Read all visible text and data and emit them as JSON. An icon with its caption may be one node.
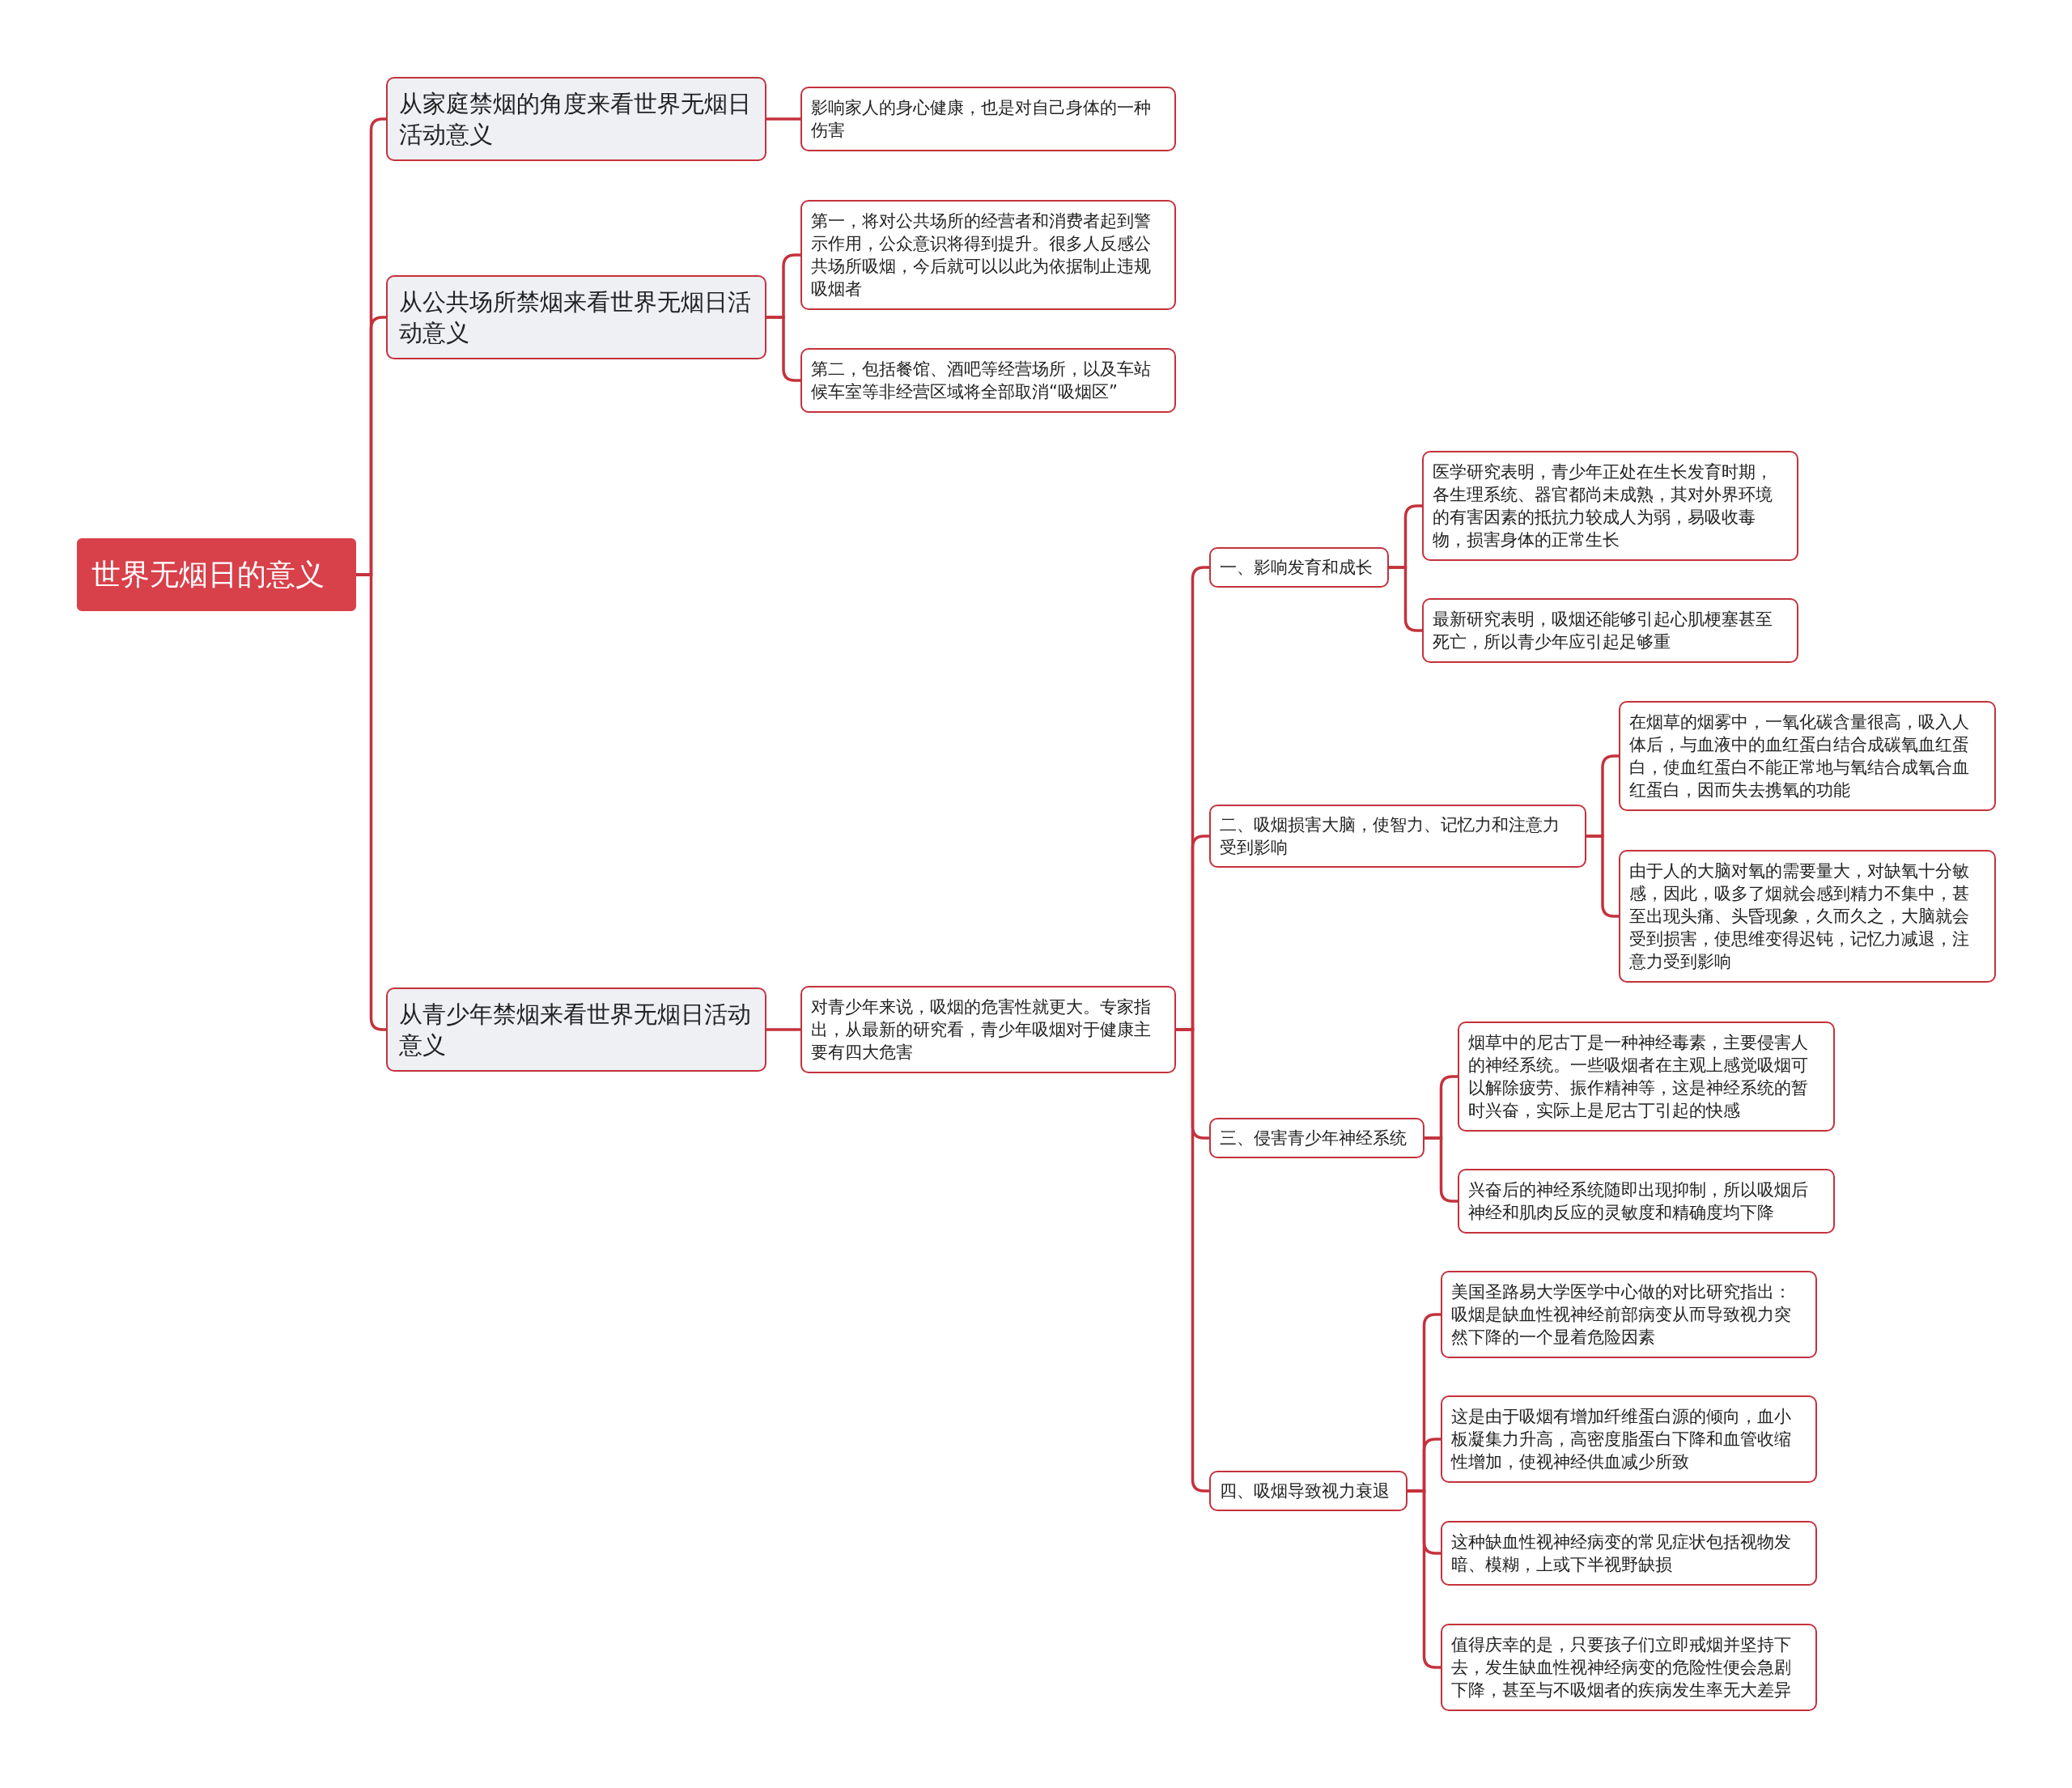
{
  "diagram": {
    "nodes": [
      {
        "text": [
          "世界无烟日的意义"
        ]
      },
      {
        "text": [
          "从家庭禁烟的角度来看世界无烟日活动意义"
        ]
      },
      {
        "text": [
          "影响家人的身心健康，也是对自己身体的一种伤害"
        ]
      },
      {
        "text": [
          "从公共场所禁烟来看世界无烟日活动意义"
        ]
      },
      {
        "text": [
          "第一，将对公共场所的经营者和消费者起到警示作用，公众意识将得到提升。很多人反感公共场所吸烟，今后就可以以此为依据制止违规吸烟者"
        ]
      },
      {
        "text": [
          "第二，包括餐馆、酒吧等经营场所，以及车站候车室等非经营区域将全部取消“吸烟区”"
        ]
      },
      {
        "text": [
          "从青少年禁烟来看世界无烟日活动意义"
        ]
      },
      {
        "text": [
          "对青少年来说，吸烟的危害性就更大。专家指出，从最新的研究看，青少年吸烟对于健康主要有四大危害"
        ]
      },
      {
        "text": [
          "一、影响发育和成长"
        ]
      },
      {
        "text": [
          "医学研究表明，青少年正处在生长发育时期，各生理系统、器官都尚未成熟，其对外界环境的有害因素的抵抗力较成人为弱，易吸收毒物，损害身体的正常生长"
        ]
      },
      {
        "text": [
          "最新研究表明，吸烟还能够引起心肌梗塞甚至死亡，所以青少年应引起足够重"
        ]
      },
      {
        "text": [
          "二、吸烟损害大脑，使智力、记忆力和注意力受到影响"
        ]
      },
      {
        "text": [
          "在烟草的烟雾中，一氧化碳含量很高，吸入人体后，与血液中的血红蛋白结合成碳氧血红蛋白，使血红蛋白不能正常地与氧结合成氧合血红蛋白，因而失去携氧的功能"
        ]
      },
      {
        "text": [
          "由于人的大脑对氧的需要量大，对缺氧十分敏感，因此，吸多了烟就会感到精力不集中，甚至出现头痛、头昏现象，久而久之，大脑就会受到损害，使思维变得迟钝，记忆力减退，注意力受到影响"
        ]
      },
      {
        "text": [
          "三、侵害青少年神经系统"
        ]
      },
      {
        "text": [
          "烟草中的尼古丁是一种神经毒素，主要侵害人的神经系统。一些吸烟者在主观上感觉吸烟可以解除疲劳、振作精神等，这是神经系统的暂时兴奋，实际上是尼古丁引起的快感"
        ]
      },
      {
        "text": [
          "兴奋后的神经系统随即出现抑制，所以吸烟后神经和肌肉反应的灵敏度和精确度均下降"
        ]
      },
      {
        "text": [
          "四、吸烟导致视力衰退"
        ]
      },
      {
        "text": [
          "美国圣路易大学医学中心做的对比研究指出：吸烟是缺血性视神经前部病变从而导致视力突然下降的一个显着危险因素"
        ]
      },
      {
        "text": [
          "这是由于吸烟有增加纤维蛋白源的倾向，血小板凝集力升高，高密度脂蛋白下降和血管收缩性增加，使视神经供血减少所致"
        ]
      },
      {
        "text": [
          "这种缺血性视神经病变的常见症状包括视物发暗、模糊，上或下半视野缺损"
        ]
      },
      {
        "text": [
          "值得庆幸的是，只要孩子们立即戒烟并坚持下去，发生缺血性视神经病变的危险性便会急剧下降，甚至与不吸烟者的疾病发生率无大差异"
        ]
      }
    ],
    "edges": [
      {
        "from": 0,
        "to": 1,
        "arrow": "none"
      },
      {
        "from": 1,
        "to": 2,
        "arrow": "none"
      },
      {
        "from": 0,
        "to": 3,
        "arrow": "none"
      },
      {
        "from": 3,
        "to": 4,
        "arrow": "none"
      },
      {
        "from": 3,
        "to": 5,
        "arrow": "none"
      },
      {
        "from": 0,
        "to": 6,
        "arrow": "none"
      },
      {
        "from": 6,
        "to": 7,
        "arrow": "none"
      },
      {
        "from": 7,
        "to": 8,
        "arrow": "none"
      },
      {
        "from": 8,
        "to": 9,
        "arrow": "none"
      },
      {
        "from": 8,
        "to": 10,
        "arrow": "none"
      },
      {
        "from": 7,
        "to": 11,
        "arrow": "none"
      },
      {
        "from": 11,
        "to": 12,
        "arrow": "none"
      },
      {
        "from": 11,
        "to": 13,
        "arrow": "none"
      },
      {
        "from": 7,
        "to": 14,
        "arrow": "none"
      },
      {
        "from": 14,
        "to": 15,
        "arrow": "none"
      },
      {
        "from": 14,
        "to": 16,
        "arrow": "none"
      },
      {
        "from": 7,
        "to": 17,
        "arrow": "none"
      },
      {
        "from": 17,
        "to": 18,
        "arrow": "none"
      },
      {
        "from": 17,
        "to": 19,
        "arrow": "none"
      },
      {
        "from": 17,
        "to": 20,
        "arrow": "none"
      },
      {
        "from": 17,
        "to": 21,
        "arrow": "none"
      }
    ]
  }
}
